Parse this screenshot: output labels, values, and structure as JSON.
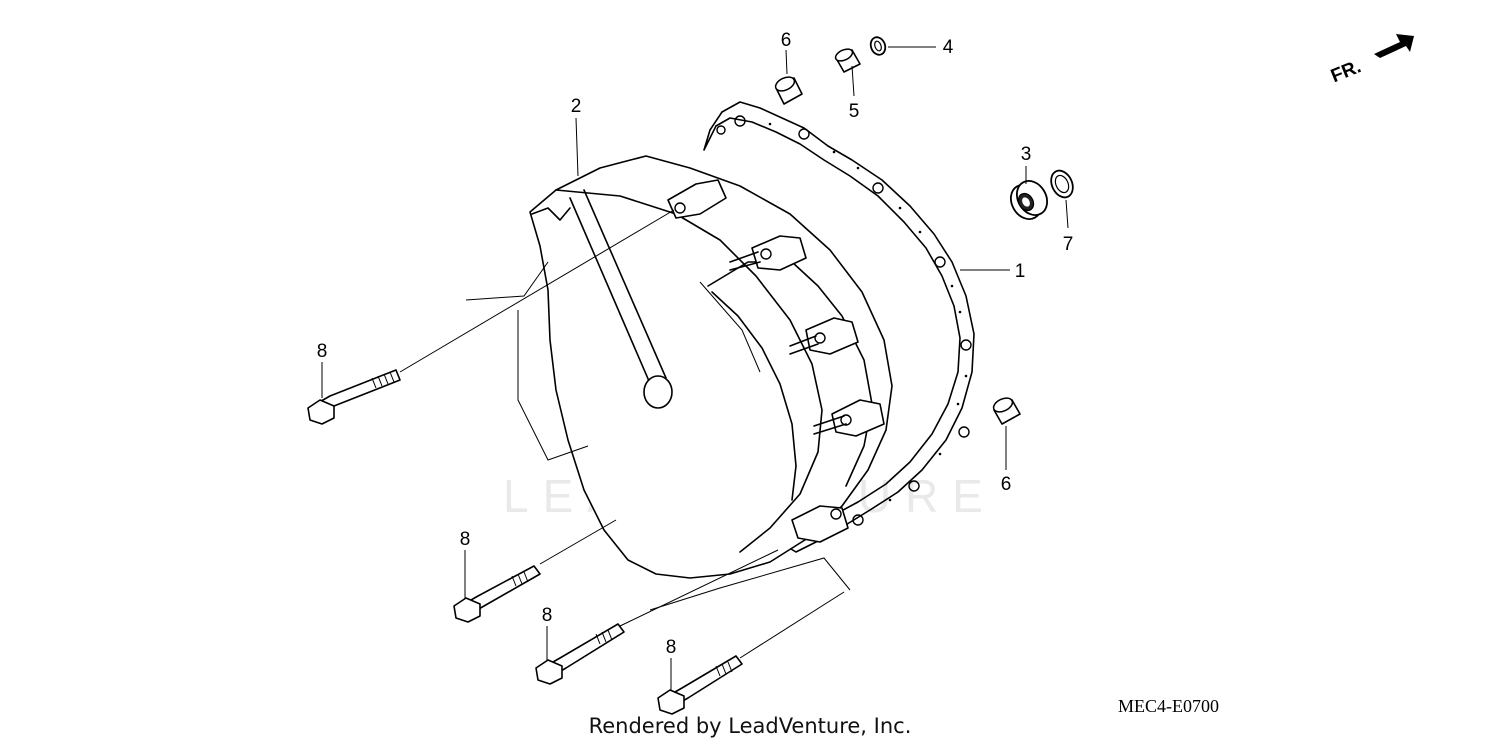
{
  "watermark": {
    "text": "LEADVENTURE"
  },
  "direction": {
    "label": "FR."
  },
  "diagram_code": "MEC4-E0700",
  "footer": {
    "credit": "Rendered by LeadVenture, Inc."
  },
  "callouts": {
    "c1": "1",
    "c2": "2",
    "c3": "3",
    "c4": "4",
    "c5": "5",
    "c6a": "6",
    "c6b": "6",
    "c7": "7",
    "c8a": "8",
    "c8b": "8",
    "c8c": "8",
    "c8d": "8"
  }
}
